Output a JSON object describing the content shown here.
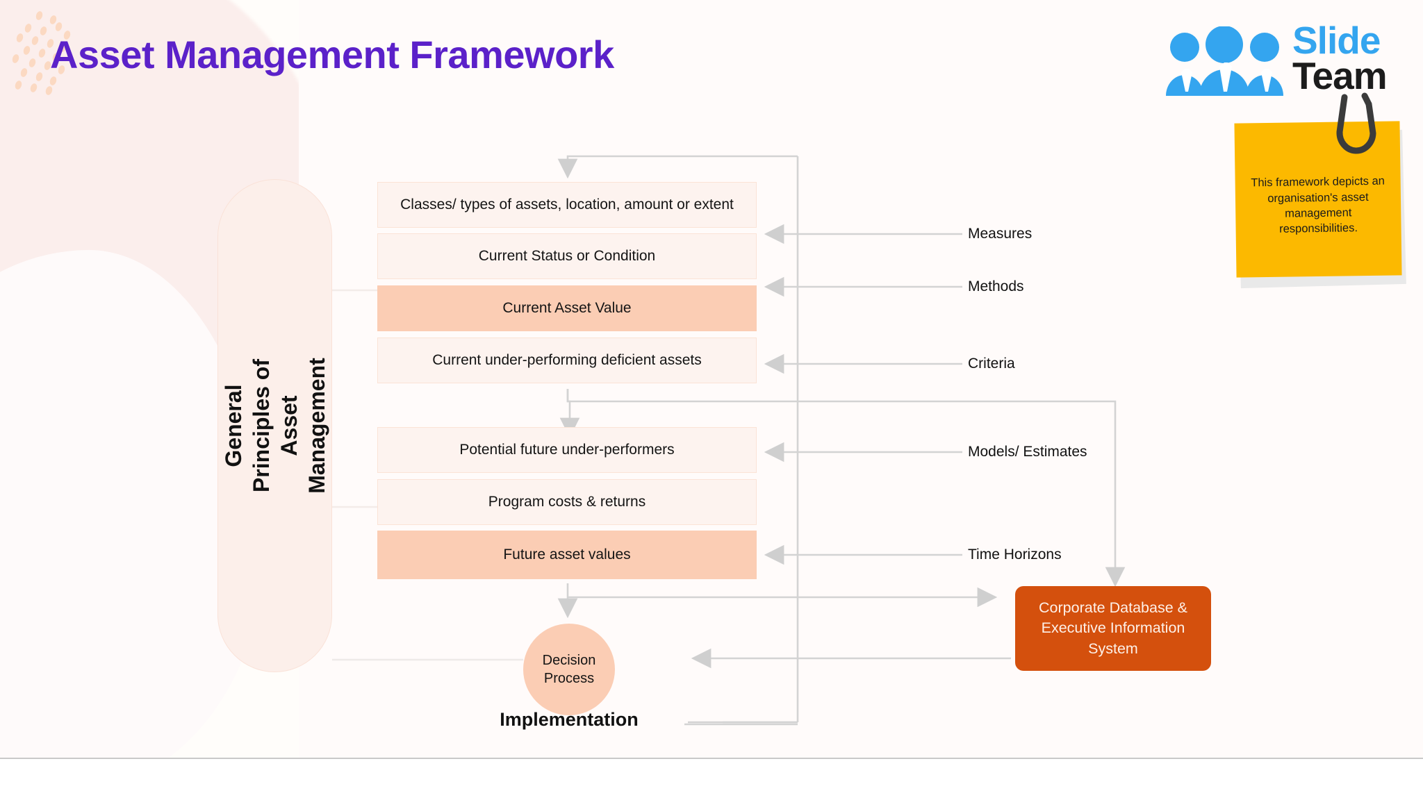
{
  "slide": {
    "title": "Asset Management Framework",
    "accent_purple": "#5b21c9",
    "accent_orange": "#d4500d",
    "accent_peach": "#fbcdb4",
    "background": "#fffdfa"
  },
  "logo": {
    "name": "slideteam-logo",
    "word_one": "Slide",
    "word_two": "Team",
    "word_one_color": "#34a5ef",
    "word_two_color": "#1c1c1c",
    "people_icon": "people-group-icon"
  },
  "sticky_note": {
    "text": "This framework depicts an organisation's asset management responsibilities.",
    "color": "#fcb900",
    "clip_icon": "paperclip-icon"
  },
  "left_pill": {
    "label": "General Principles of\nAsset Management"
  },
  "group_one": {
    "boxes": [
      {
        "label": "Classes/ types of assets, location, amount or extent",
        "accent": false
      },
      {
        "label": "Current Status or Condition",
        "accent": false
      },
      {
        "label": "Current Asset Value",
        "accent": true
      },
      {
        "label": "Current under-performing deficient assets",
        "accent": false
      }
    ]
  },
  "group_two": {
    "boxes": [
      {
        "label": "Potential future under-performers",
        "accent": false
      },
      {
        "label": "Program costs & returns",
        "accent": false
      },
      {
        "label": "Future asset values",
        "accent": true
      }
    ]
  },
  "side_labels": [
    {
      "label": "Measures"
    },
    {
      "label": "Methods"
    },
    {
      "label": "Criteria"
    },
    {
      "label": "Models/ Estimates"
    },
    {
      "label": "Time Horizons"
    }
  ],
  "decision": {
    "label": "Decision\nProcess"
  },
  "implementation": {
    "label": "Implementation"
  },
  "corporate_db": {
    "label": "Corporate Database & Executive Information System"
  }
}
